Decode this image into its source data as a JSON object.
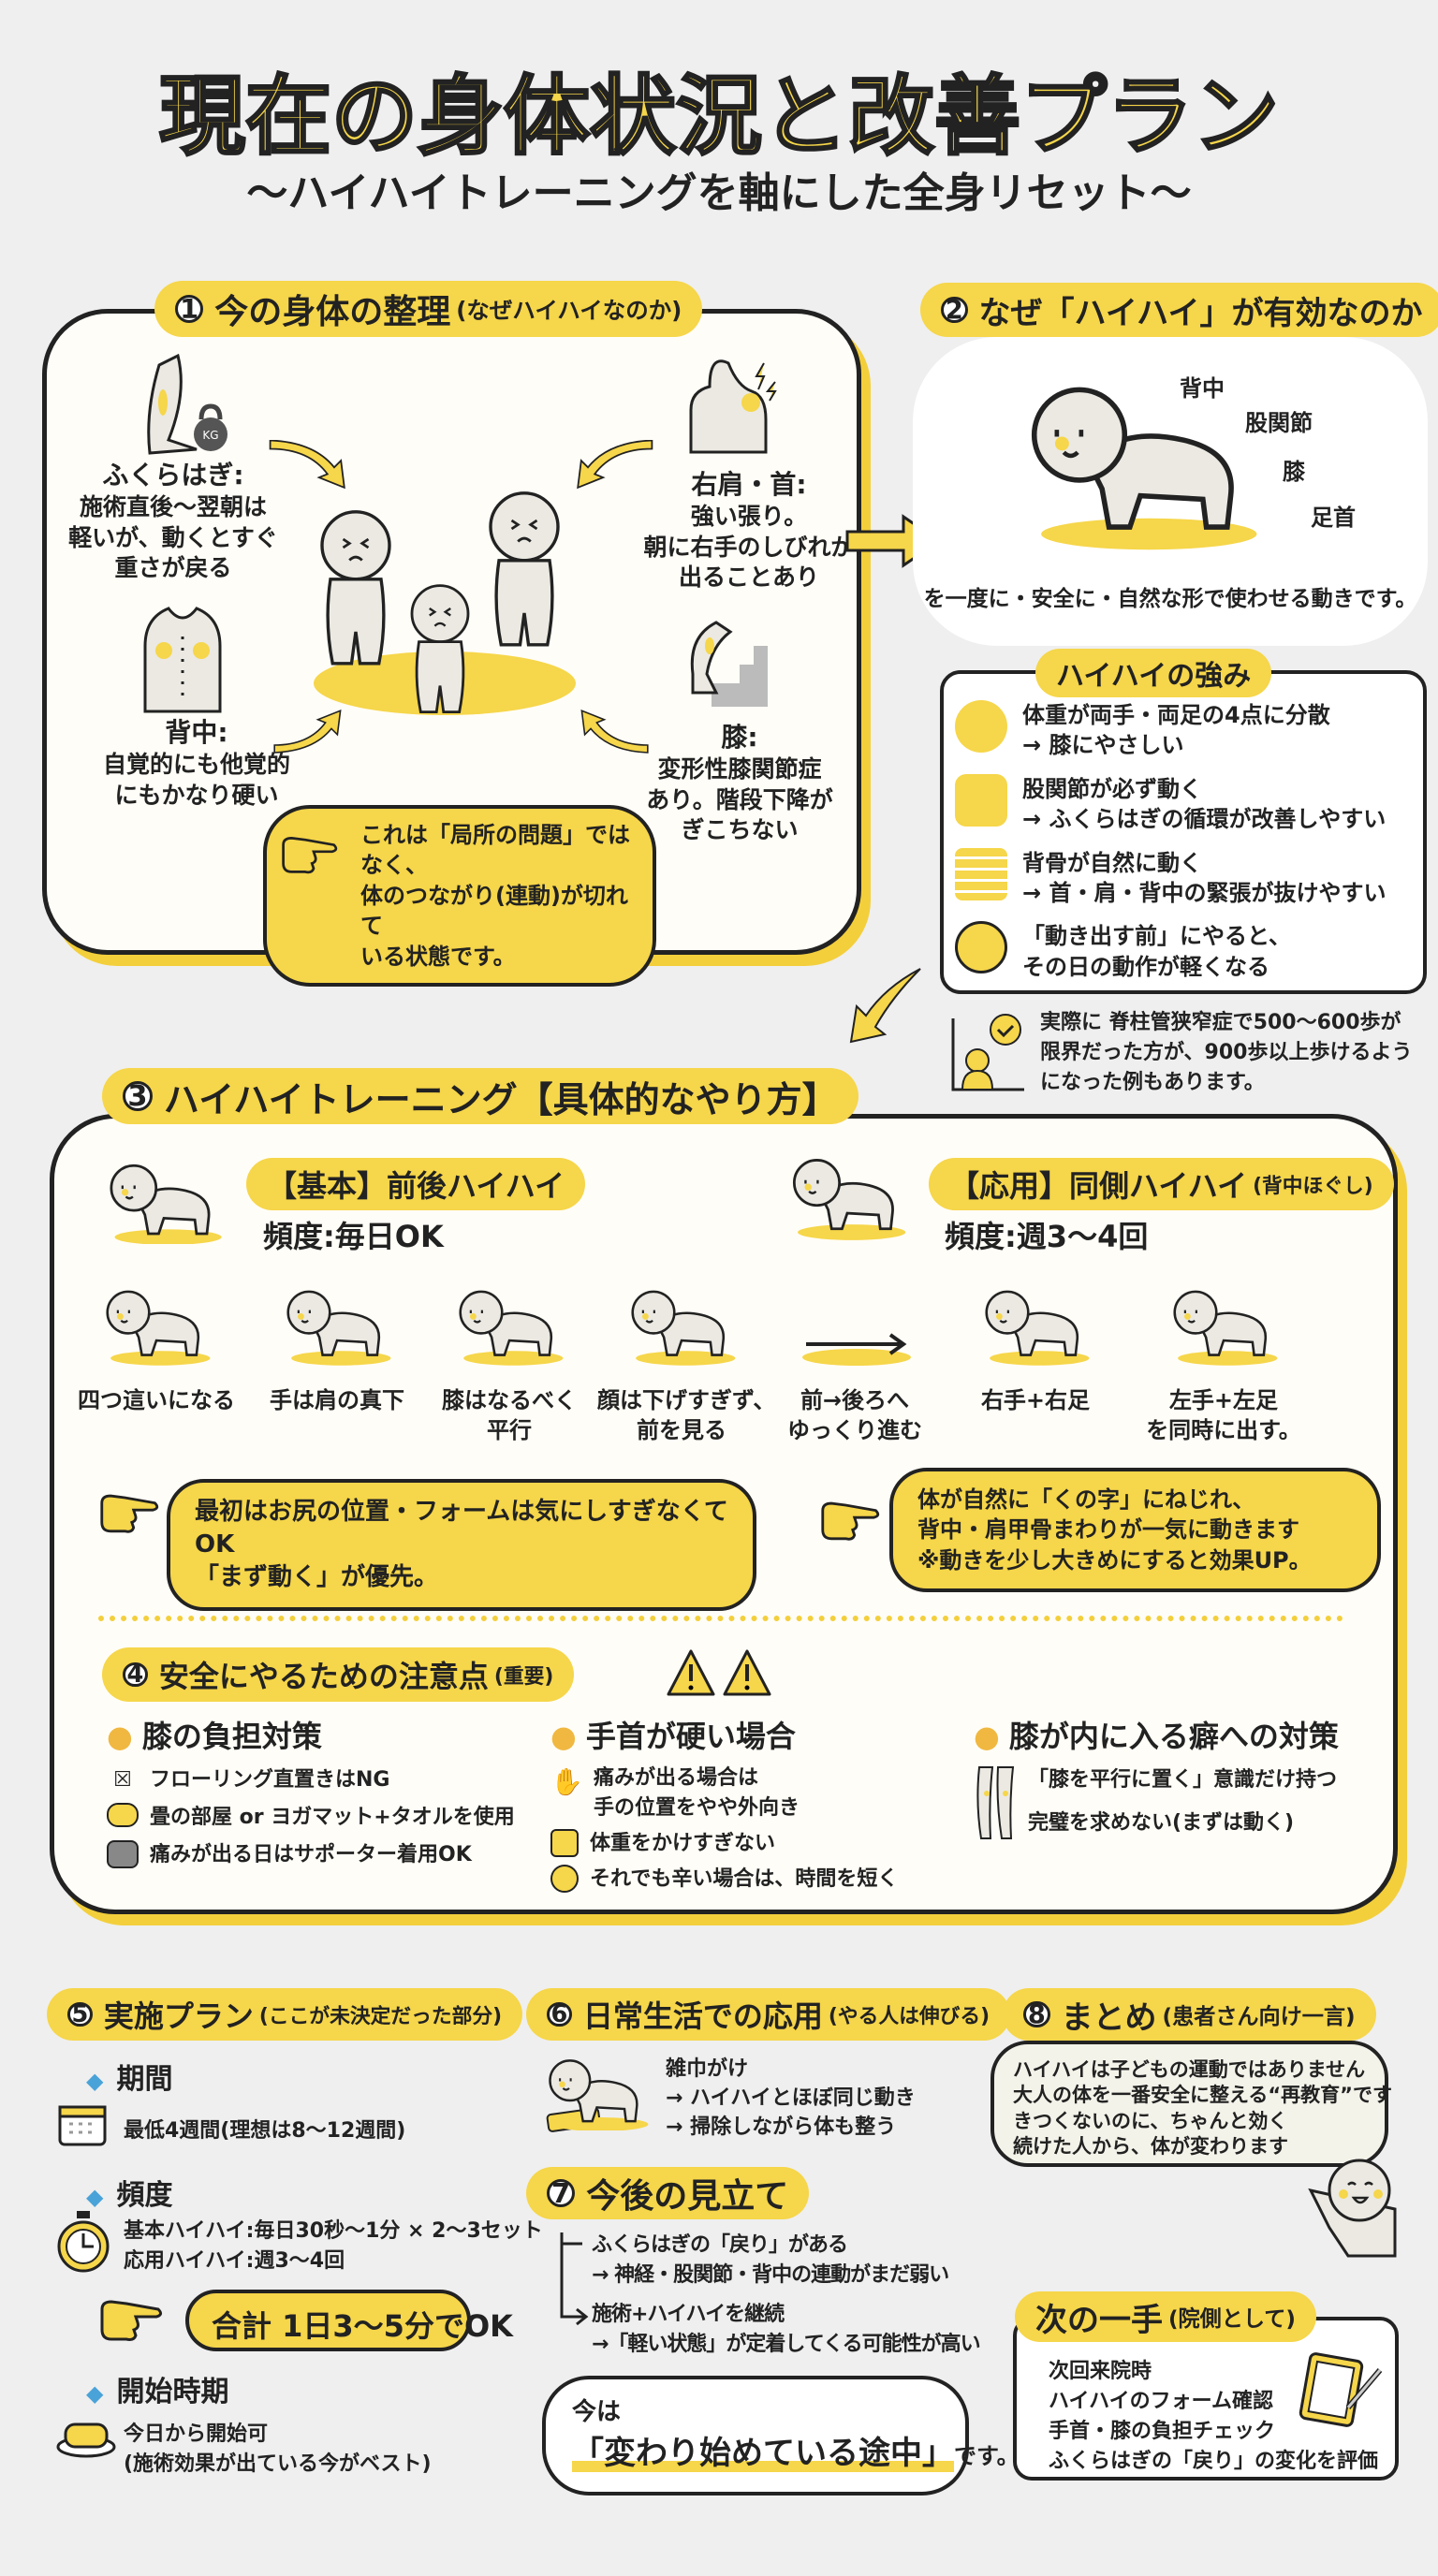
{
  "header": {
    "title": "現在の身体状況と改善プラン",
    "subtitle": "〜ハイハイトレーニングを軸にした全身リセット〜"
  },
  "colors": {
    "accent": "#f6d64a",
    "ink": "#222222",
    "bullet_blue": "#4aa3d8",
    "bullet_orange": "#f0b840",
    "page_bg": "#efefef"
  },
  "s1": {
    "num": "1",
    "title": "今の身体の整理",
    "sub": "(なぜハイハイなのか)",
    "calf": {
      "label": "ふくらはぎ:",
      "lines": [
        "施術直後〜翌朝は",
        "軽いが、動くとすぐ",
        "重さが戻る"
      ],
      "icon": "kettlebell-icon",
      "weight_text": "KG"
    },
    "back": {
      "label": "背中:",
      "lines": [
        "自覚的にも他覚的",
        "にもかなり硬い"
      ]
    },
    "shoulder": {
      "label": "右肩・首:",
      "lines": [
        "強い張り。",
        "朝に右手のしびれが",
        "出ることあり"
      ]
    },
    "knee": {
      "label": "膝:",
      "lines": [
        "変形性膝関節症",
        "あり。階段下降が",
        "ぎこちない"
      ]
    },
    "bubble": [
      "これは「局所の問題」ではなく、",
      "体のつながり(連動)が切れて",
      "いる状態です。"
    ]
  },
  "s2": {
    "num": "2",
    "title": "なぜ「ハイハイ」が有効なのか",
    "parts": [
      "背中",
      "股関節",
      "膝",
      "足首"
    ],
    "caption": "を一度に・安全に・自然な形で使わせる動きです。",
    "strengths_title": "ハイハイの強み",
    "strengths": [
      {
        "icon": "weight-distribution-icon",
        "l1": "体重が両手・両足の4点に分散",
        "l2": "→ 膝にやさしい"
      },
      {
        "icon": "hip-joint-icon",
        "l1": "股関節が必ず動く",
        "l2": "→ ふくらはぎの循環が改善しやすい"
      },
      {
        "icon": "spine-icon",
        "l1": "背骨が自然に動く",
        "l2": "→ 首・肩・背中の緊張が抜けやすい"
      },
      {
        "icon": "clock-feather-icon",
        "l1": "「動き出す前」にやると、",
        "l2": "その日の動作が軽くなる"
      }
    ],
    "note": [
      "実際に 脊柱管狭窄症で500〜600歩が",
      "限界だった方が、900歩以上歩けるよう",
      "になった例もあります。"
    ]
  },
  "s3": {
    "num": "3",
    "title": "ハイハイトレーニング【具体的なやり方】",
    "basic": {
      "title": "【基本】前後ハイハイ",
      "freq": "頻度:毎日OK"
    },
    "applied": {
      "title": "【応用】同側ハイハイ",
      "title_sub": "(背中ほぐし)",
      "freq": "頻度:週3〜4回"
    },
    "steps": [
      [
        "四つ這いになる"
      ],
      [
        "手は肩の真下"
      ],
      [
        "膝はなるべく",
        "平行"
      ],
      [
        "顔は下げすぎず、",
        "前を見る"
      ],
      [
        "前→後ろへ",
        "ゆっくり進む"
      ],
      [
        "右手+右足"
      ],
      [
        "左手+左足",
        "を同時に出す。"
      ]
    ],
    "tip_left": [
      "最初はお尻の位置・フォームは気にしすぎなくてOK",
      "「まず動く」が優先。"
    ],
    "tip_right": [
      "体が自然に「くの字」にねじれ、",
      "背中・肩甲骨まわりが一気に動きます",
      "※動きを少し大きめにすると効果UP。"
    ]
  },
  "s4": {
    "num": "4",
    "title": "安全にやるための注意点",
    "sub": "(重要)",
    "cols": [
      {
        "title": "膝の負担対策",
        "items": [
          {
            "icon": "no-flooring-icon",
            "text": "フローリング直置きはNG"
          },
          {
            "icon": "yoga-mat-icon",
            "text": "畳の部屋 or ヨガマット+タオルを使用"
          },
          {
            "icon": "knee-supporter-icon",
            "text": "痛みが出る日はサポーター着用OK"
          }
        ]
      },
      {
        "title": "手首が硬い場合",
        "items": [
          {
            "icon": "hand-icon",
            "text": "痛みが出る場合は",
            "text2": "手の位置をやや外向き"
          },
          {
            "icon": "scale-icon",
            "text": "体重をかけすぎない"
          },
          {
            "icon": "clock-icon",
            "text": "それでも辛い場合は、時間を短く"
          }
        ]
      },
      {
        "title": "膝が内に入る癖への対策",
        "items": [
          {
            "icon": "legs-icon",
            "text": "「膝を平行に置く」意識だけ持つ"
          },
          {
            "text": "完璧を求めない(まずは動く)"
          }
        ]
      }
    ]
  },
  "s5": {
    "num": "5",
    "title": "実施プラン",
    "sub": "(ここが未決定だった部分)",
    "period_label": "期間",
    "period": "最低4週間(理想は8〜12週間)",
    "freq_label": "頻度",
    "freq": [
      "基本ハイハイ:毎日30秒〜1分 × 2〜3セット",
      "応用ハイハイ:週3〜4回"
    ],
    "total": "合計 1日3〜5分でOK",
    "start_label": "開始時期",
    "start": [
      "今日から開始可",
      "(施術効果が出ている今がベスト)"
    ]
  },
  "s6": {
    "num": "6",
    "title": "日常生活での応用",
    "sub": "(やる人は伸びる)",
    "lines": [
      "雑巾がけ",
      "→ ハイハイとほぼ同じ動き",
      "→ 掃除しながら体も整う"
    ]
  },
  "s7": {
    "num": "7",
    "title": "今後の見立て",
    "lines": [
      "ふくらはぎの「戻り」がある",
      "→ 神経・股関節・背中の連動がまだ弱い",
      "施術+ハイハイを継続",
      "→「軽い状態」が定着してくる可能性が高い"
    ],
    "bubble_pre": "今は",
    "bubble_main": "「変わり始めている途中」",
    "bubble_post": "です。"
  },
  "s8": {
    "num": "8",
    "title": "まとめ",
    "sub": "(患者さん向け一言)",
    "lines": [
      "ハイハイは子どもの運動ではありません",
      "大人の体を一番安全に整える“再教育”です",
      "きつくないのに、ちゃんと効く",
      "続けた人から、体が変わります"
    ]
  },
  "next": {
    "title": "次の一手",
    "sub": "(院側として)",
    "lines": [
      "次回来院時",
      "ハイハイのフォーム確認",
      "手首・膝の負担チェック",
      "ふくらはぎの「戻り」の変化を評価"
    ]
  }
}
